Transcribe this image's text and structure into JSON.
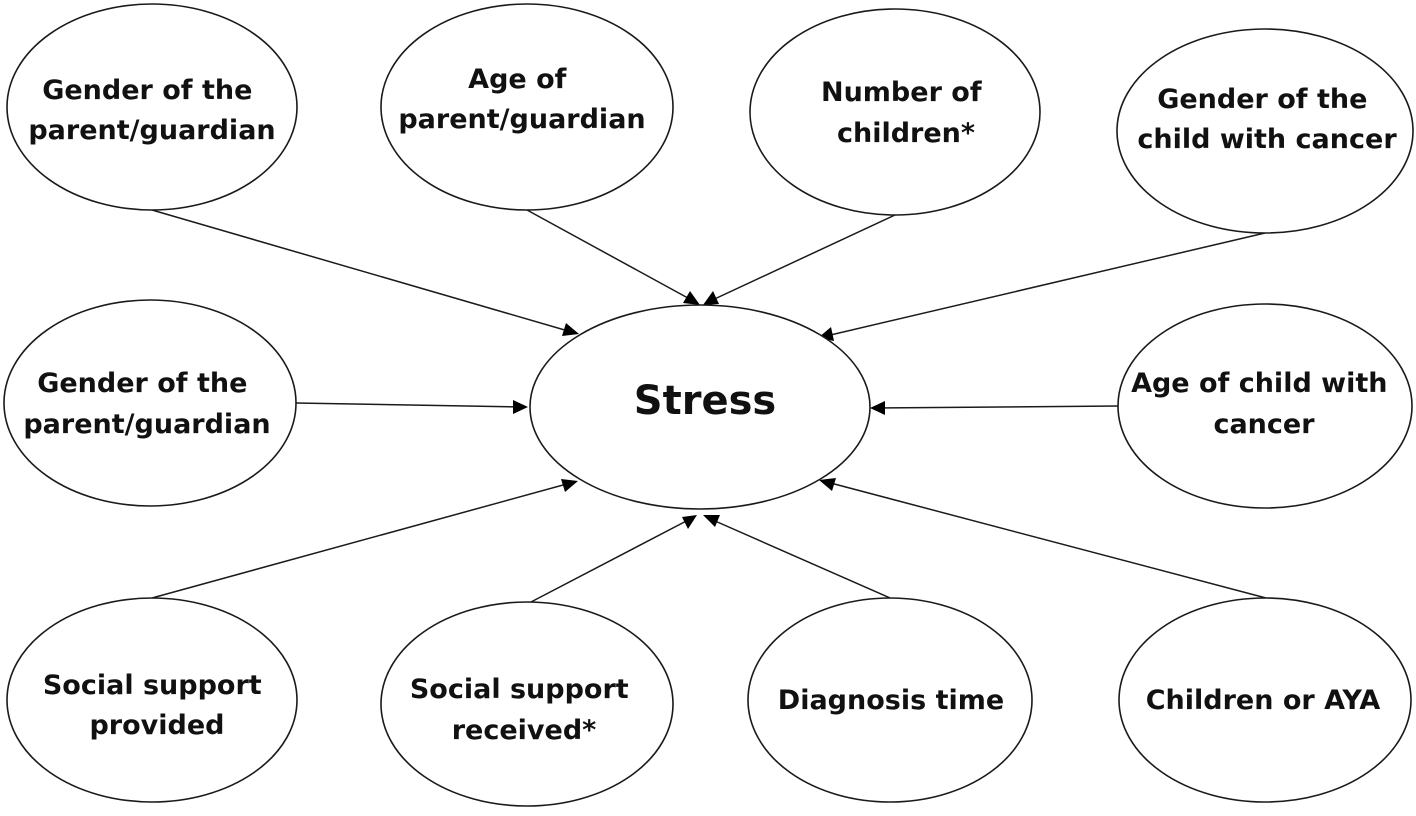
{
  "diagram": {
    "center": {
      "label": "Stress"
    },
    "nodes": [
      {
        "id": "gender-parent-top",
        "lines": [
          "Gender of the",
          "parent/guardian"
        ]
      },
      {
        "id": "age-parent",
        "lines": [
          "Age of",
          "parent/guardian"
        ]
      },
      {
        "id": "number-children",
        "lines": [
          "Number of",
          "children*"
        ]
      },
      {
        "id": "gender-child",
        "lines": [
          "Gender of the",
          "child with cancer"
        ]
      },
      {
        "id": "gender-parent-mid",
        "lines": [
          "Gender of the",
          "parent/guardian"
        ]
      },
      {
        "id": "age-child",
        "lines": [
          "Age of child with",
          "cancer"
        ]
      },
      {
        "id": "support-provided",
        "lines": [
          "Social support",
          "provided"
        ]
      },
      {
        "id": "support-received",
        "lines": [
          "Social support",
          "received*"
        ]
      },
      {
        "id": "diagnosis-time",
        "lines": [
          "Diagnosis time"
        ]
      },
      {
        "id": "children-aya",
        "lines": [
          "Children or AYA"
        ]
      }
    ]
  }
}
